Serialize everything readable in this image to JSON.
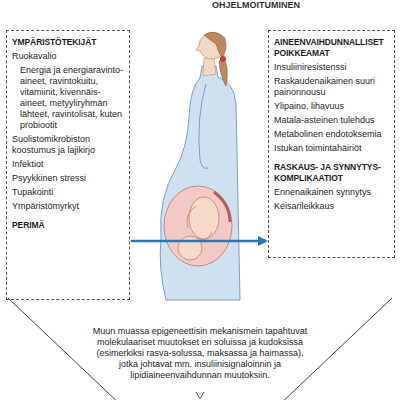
{
  "diagram": {
    "title": "OHJELMOITUMINEN",
    "nodes": [
      {
        "text": [
          "YMPÄRISTÖTEKIJÄT",
          "Ruokavalio",
          "Energia ja energiaravinto-aineet, ravintokuitu, vitamiinit, kivennäis-aineet, metyyliryhmän lähteet, ravintolisät, kuten probiootit",
          "Suolistomikrobiston koostumus ja lajikirjo",
          "Infektiot",
          "Psyykkinen stressi",
          "Tupakointi",
          "Ympäristömyrkyt",
          "PERIMÄ"
        ]
      },
      {
        "text": [
          "AINEENVAIHDUNNALLISET POIKKEAMAT",
          "Insuliiniresistenssi",
          "Raskaudenaikainen suuri painonnousu",
          "Ylipaino, lihavuus",
          "Matala-asteinen tulehdus",
          "Metabolinen endotoksemia",
          "Istukan toimintahäiriöt",
          "RASKAUS- JA SYNNYTYS-KOMPLIKAATIOT",
          "Ennenaikainen synnytys",
          "Keisarileikkaus"
        ]
      },
      {
        "text": [
          "Muun muassa epigeneettisin mekanismein tapahtuvat molekulaariset muutokset eri soluissa ja kudoksissa (esimerkiksi rasva-solussa, maksassa ja haimassa), jotka johtavat mm. insuliinisignaloinnin ja lipidiaineenvaihdunnan muutoksiin."
        ]
      }
    ],
    "edges": [
      {
        "from": 0,
        "to": 1,
        "arrow": "to"
      }
    ]
  }
}
